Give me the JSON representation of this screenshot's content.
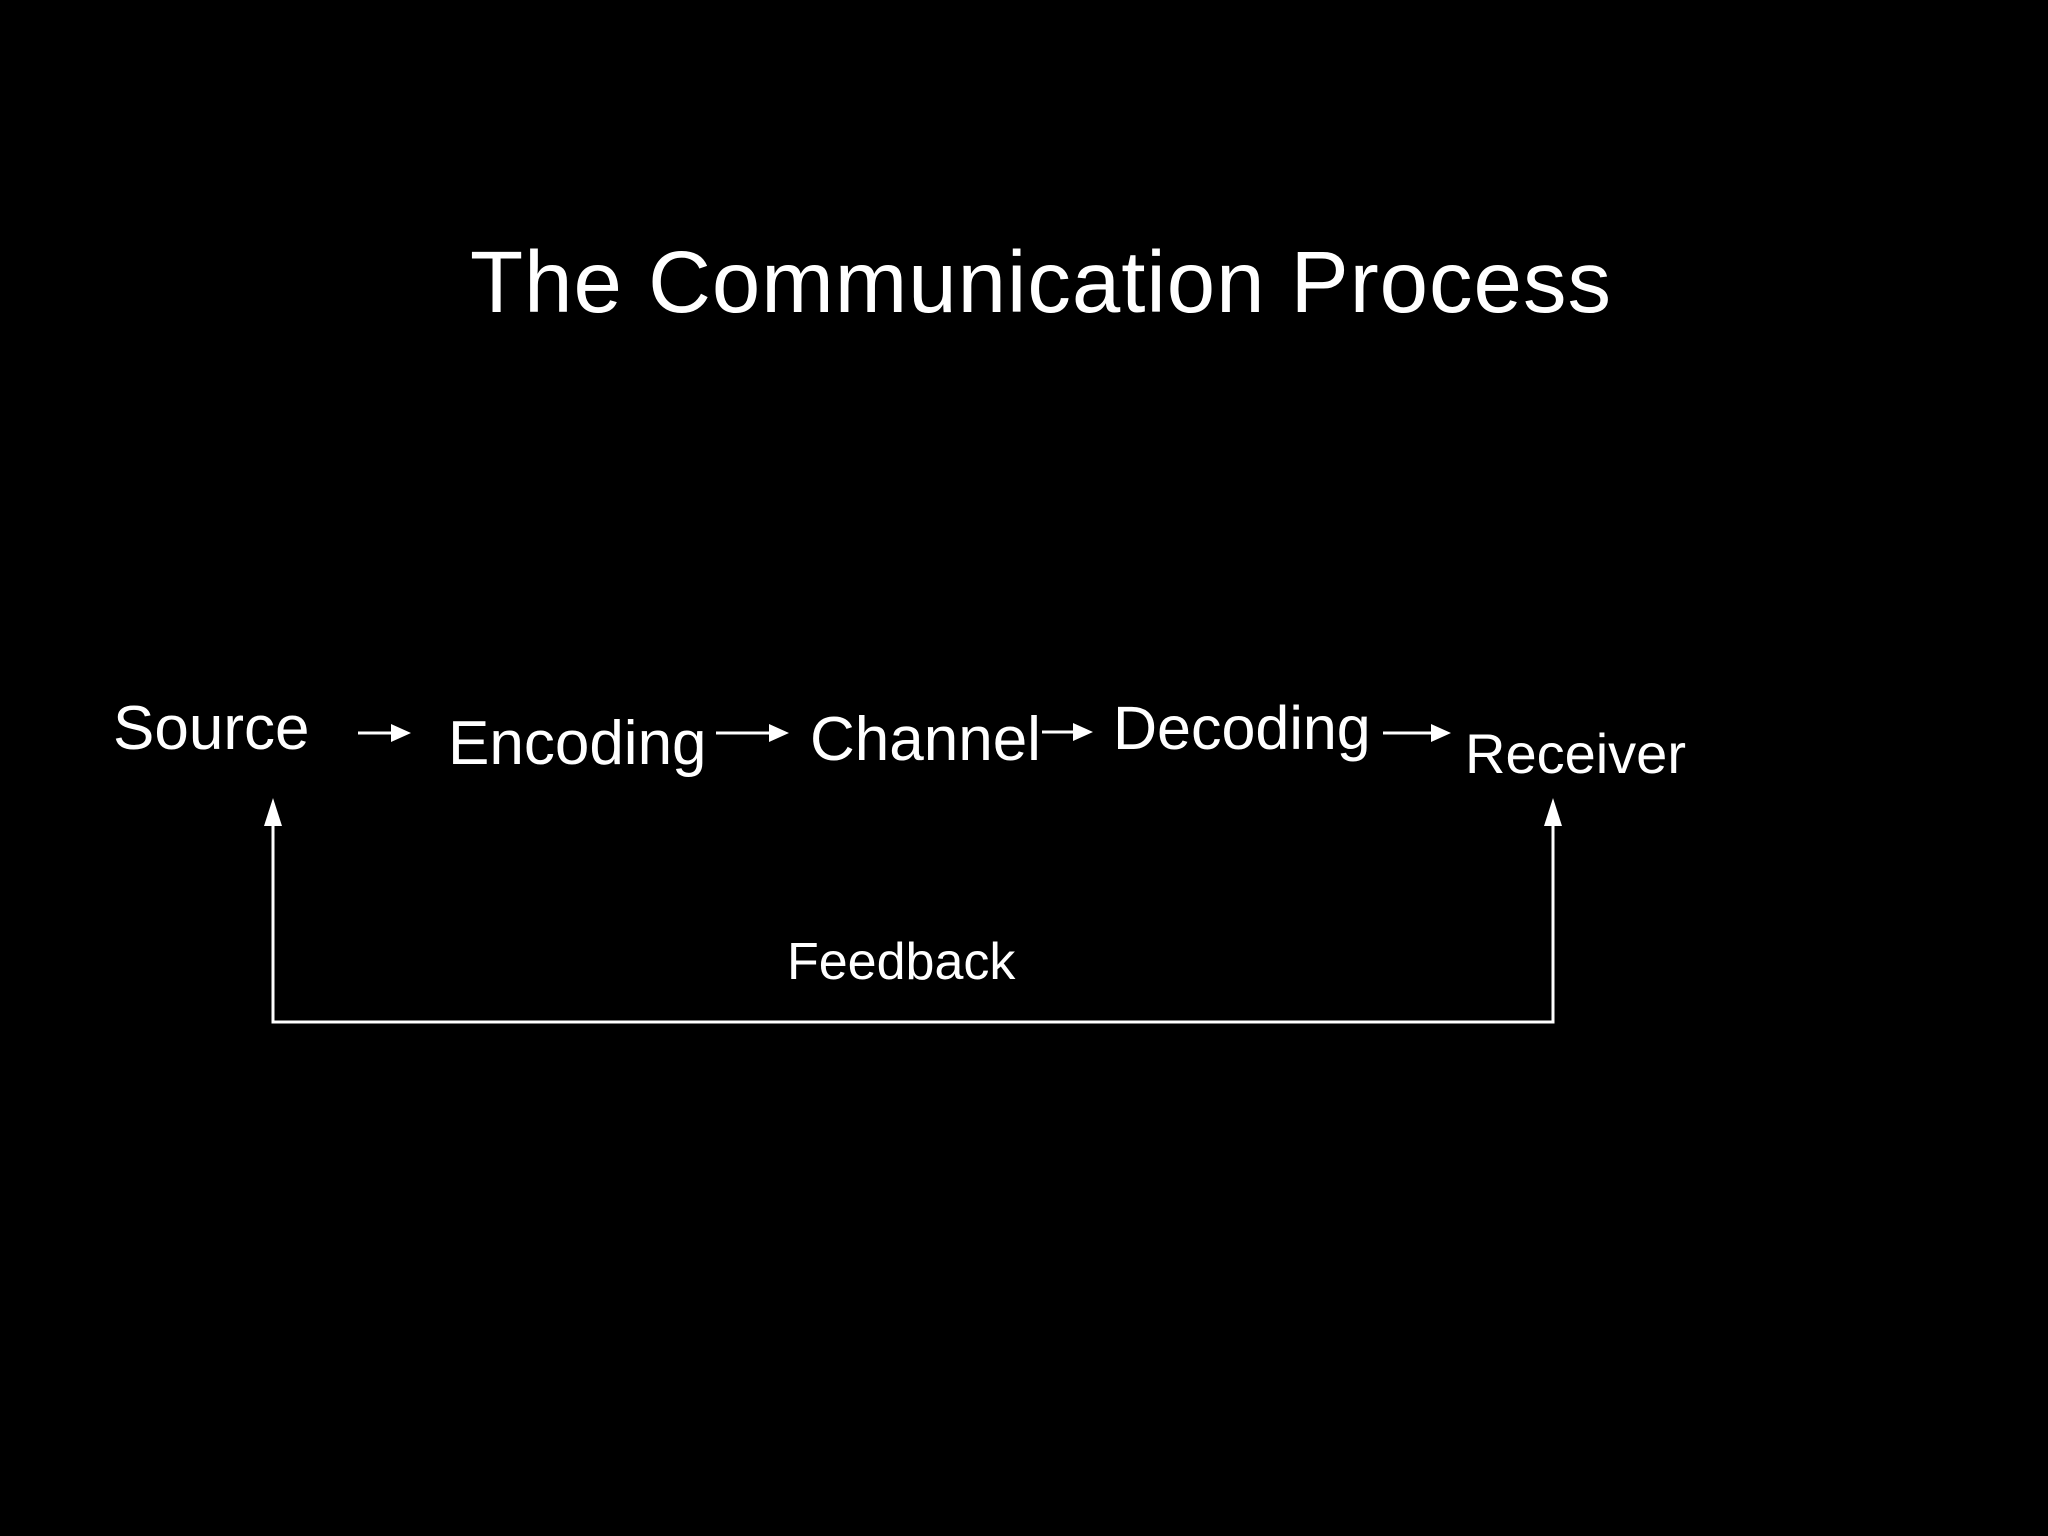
{
  "slide": {
    "title": "The Communication Process",
    "background_color": "#000000",
    "text_color": "#ffffff"
  },
  "diagram": {
    "nodes": [
      {
        "label": "Source"
      },
      {
        "label": "Encoding"
      },
      {
        "label": "Channel"
      },
      {
        "label": "Decoding"
      },
      {
        "label": "Receiver"
      }
    ],
    "feedback_label": "Feedback"
  }
}
